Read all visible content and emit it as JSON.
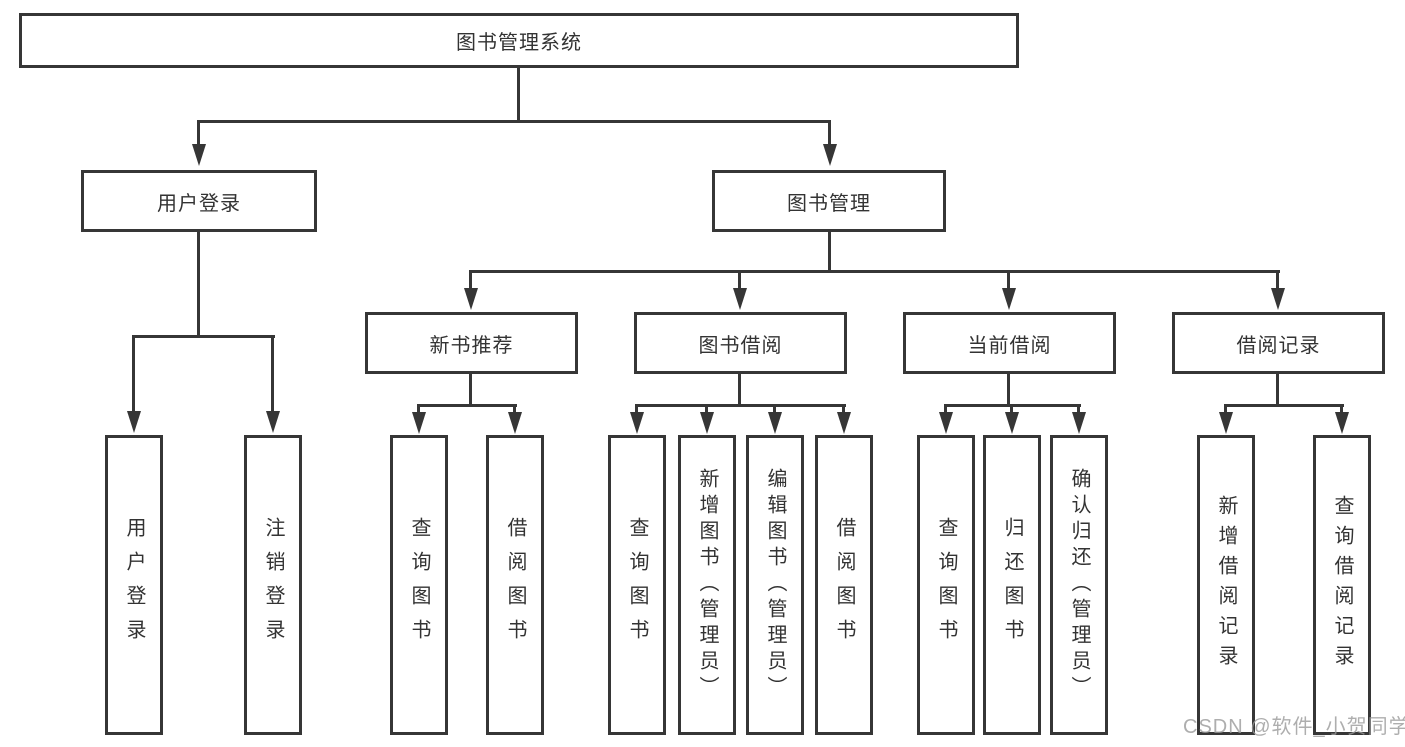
{
  "nodes": {
    "root": "图书管理系统",
    "user_login": "用户登录",
    "book_mgmt": "图书管理",
    "new_book": "新书推荐",
    "book_borrow": "图书借阅",
    "current_borrow": "当前借阅",
    "borrow_record": "借阅记录",
    "user_leaves": [
      "用户登录",
      "注销登录"
    ],
    "new_book_leaves": [
      "查询图书",
      "借阅图书"
    ],
    "book_borrow_leaves": [
      "查询图书",
      "新增图书（管理员）",
      "编辑图书（管理员）",
      "借阅图书"
    ],
    "current_borrow_leaves": [
      "查询图书",
      "归还图书",
      "确认归还（管理员）"
    ],
    "borrow_record_leaves": [
      "新增借阅记录",
      "查询借阅记录"
    ]
  },
  "watermark": "CSDN @软件_小贺同学",
  "colors": {
    "line": "#363636",
    "text": "#333333",
    "background": "#ffffff",
    "watermark": "#9a9a9a"
  }
}
